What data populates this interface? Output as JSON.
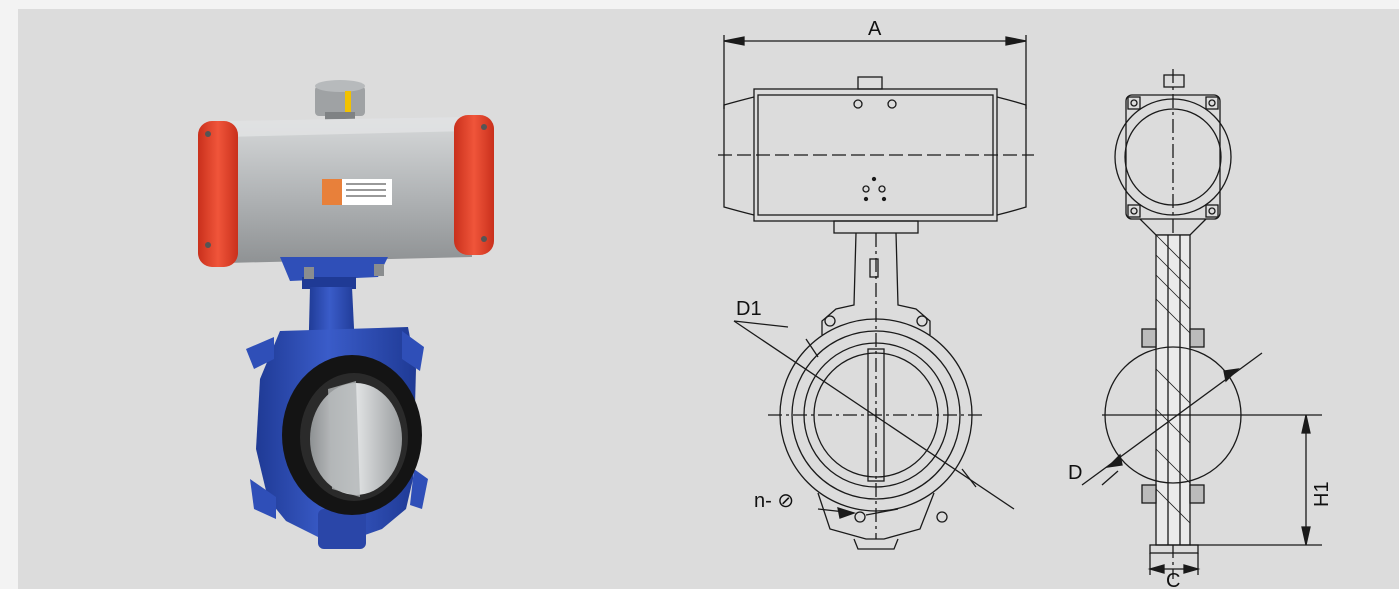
{
  "figure": {
    "product_photo": {
      "subject": "pneumatic-actuated-butterfly-valve",
      "colors": {
        "actuator_caps": "#e8452c",
        "actuator_body": "#b9bcbe",
        "valve_body": "#2f4fb8",
        "liner": "#1a1a1a",
        "disc": "#c9cccd",
        "label_plate": "#e8803a",
        "indicator": "#f2c200"
      }
    },
    "technical_drawing": {
      "dimension_labels": {
        "a": "A",
        "d1": "D1",
        "d": "D",
        "n_bolt": "n- ⊘",
        "h1": "H1",
        "c": "C"
      },
      "line_color": "#1a1a1a"
    }
  }
}
